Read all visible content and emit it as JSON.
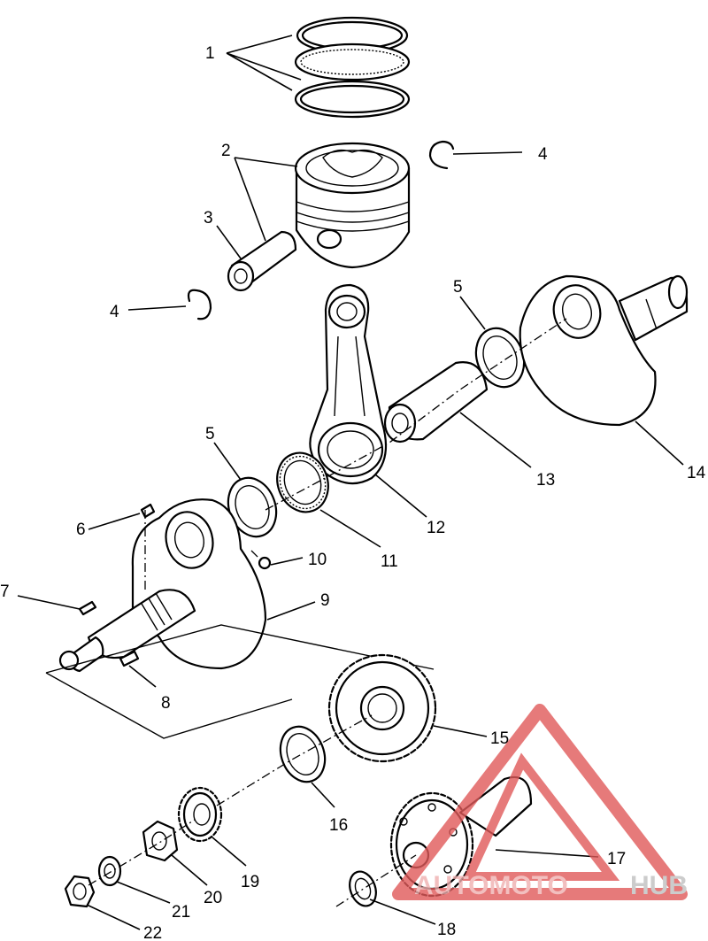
{
  "callouts": [
    {
      "id": "c1",
      "label": "1"
    },
    {
      "id": "c2",
      "label": "2"
    },
    {
      "id": "c3",
      "label": "3"
    },
    {
      "id": "c4a",
      "label": "4"
    },
    {
      "id": "c4b",
      "label": "4"
    },
    {
      "id": "c5a",
      "label": "5"
    },
    {
      "id": "c5b",
      "label": "5"
    },
    {
      "id": "c6",
      "label": "6"
    },
    {
      "id": "c7",
      "label": "7"
    },
    {
      "id": "c8",
      "label": "8"
    },
    {
      "id": "c9",
      "label": "9"
    },
    {
      "id": "c10",
      "label": "10"
    },
    {
      "id": "c11",
      "label": "11"
    },
    {
      "id": "c12",
      "label": "12"
    },
    {
      "id": "c13",
      "label": "13"
    },
    {
      "id": "c14",
      "label": "14"
    },
    {
      "id": "c15",
      "label": "15"
    },
    {
      "id": "c16",
      "label": "16"
    },
    {
      "id": "c17",
      "label": "17"
    },
    {
      "id": "c18",
      "label": "18"
    },
    {
      "id": "c19",
      "label": "19"
    },
    {
      "id": "c20",
      "label": "20"
    },
    {
      "id": "c21",
      "label": "21"
    },
    {
      "id": "c22",
      "label": "22"
    }
  ],
  "watermark": {
    "text_left": "AUTOMOTO",
    "text_right": "HUB",
    "colors": {
      "triangle": "#e05a5a",
      "text_left": "#f0b0b0",
      "text_right": "#c0c0c0"
    }
  }
}
